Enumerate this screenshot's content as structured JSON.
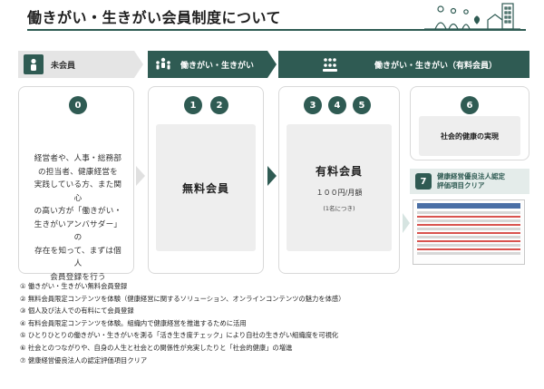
{
  "title": "働きがい・生きがい会員制度について",
  "tiers": {
    "free": "未会員",
    "light": "働きがい・生きがい",
    "paid": "働きがい・生きがい（有料会員）"
  },
  "step_numbers": [
    "0",
    "1",
    "2",
    "3",
    "4",
    "5",
    "6",
    "7"
  ],
  "column1": {
    "lines": [
      "経営者や、人事・総務部",
      "の担当者、健康経営を",
      "実践している方、また関心",
      "の高い方が「働きがい・",
      "生きがいアンバサダー」の",
      "存在を知って、まずは個人",
      "会員登録を行う"
    ]
  },
  "column2": {
    "label": "無料会員"
  },
  "column3": {
    "label": "有料会員",
    "price": "１００円/月額",
    "unit": "(1名につき)"
  },
  "column4": {
    "label": "社会的健康の実現"
  },
  "certification": {
    "line1": "健康経営優良法人認定",
    "line2": "評価項目クリア"
  },
  "footnotes": [
    "① 働きがい・生きがい無料会員登録",
    "② 無料会員限定コンテンツを体験（健康経営に関するソリューション、オンラインコンテンツの魅力を体感）",
    "③ 個人及び法人での有料にて会員登録",
    "④ 有料会員限定コンテンツを体験。組織内で健康経営を推進するために活用",
    "⑤ ひとりひとりの働きがい・生きがいを測る「活き生き度チェック」により自社の生きがい組織度を可視化",
    "⑥ 社会とのつながりや、自身の人生と社会との関係性が充実したりと「社会的健康」の増進",
    "⑦ 健康経営優良法人の認定評価項目クリア"
  ],
  "colors": {
    "accent": "#2f5b53",
    "light_gray": "#e5e5e5",
    "panel": "#eeeeee"
  },
  "icons": [
    "person-icon",
    "group-icon",
    "community-icon",
    "people-house-decoration-icon"
  ]
}
